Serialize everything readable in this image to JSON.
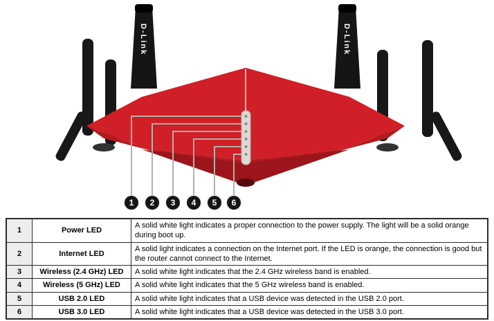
{
  "diagram": {
    "brand": "D-Link",
    "callouts": [
      "1",
      "2",
      "3",
      "4",
      "5",
      "6"
    ]
  },
  "colors": {
    "body_red": "#d01f26",
    "body_dark_red": "#9b151b",
    "antenna_black": "#151515",
    "line_gray": "#b5b0ab"
  },
  "table": {
    "rows": [
      {
        "num": "1",
        "name": "Power LED",
        "desc": "A solid white light indicates a proper connection to the power supply. The light will be a solid orange during boot up."
      },
      {
        "num": "2",
        "name": "Internet LED",
        "desc": "A solid light indicates a connection on the Internet port. If the LED is orange, the connection is good but the router cannot connect to the Internet."
      },
      {
        "num": "3",
        "name": "Wireless (2.4 GHz) LED",
        "desc": "A solid white light indicates that the 2.4 GHz wireless band is enabled."
      },
      {
        "num": "4",
        "name": "Wireless (5 GHz) LED",
        "desc": "A solid white light indicates that the 5 GHz wireless band is enabled."
      },
      {
        "num": "5",
        "name": "USB 2.0 LED",
        "desc": "A solid white light indicates that a USB device was detected in the USB 2.0 port."
      },
      {
        "num": "6",
        "name": "USB 3.0 LED",
        "desc": "A solid white light indicates that a USB device was detected in the USB 3.0 port."
      }
    ]
  }
}
